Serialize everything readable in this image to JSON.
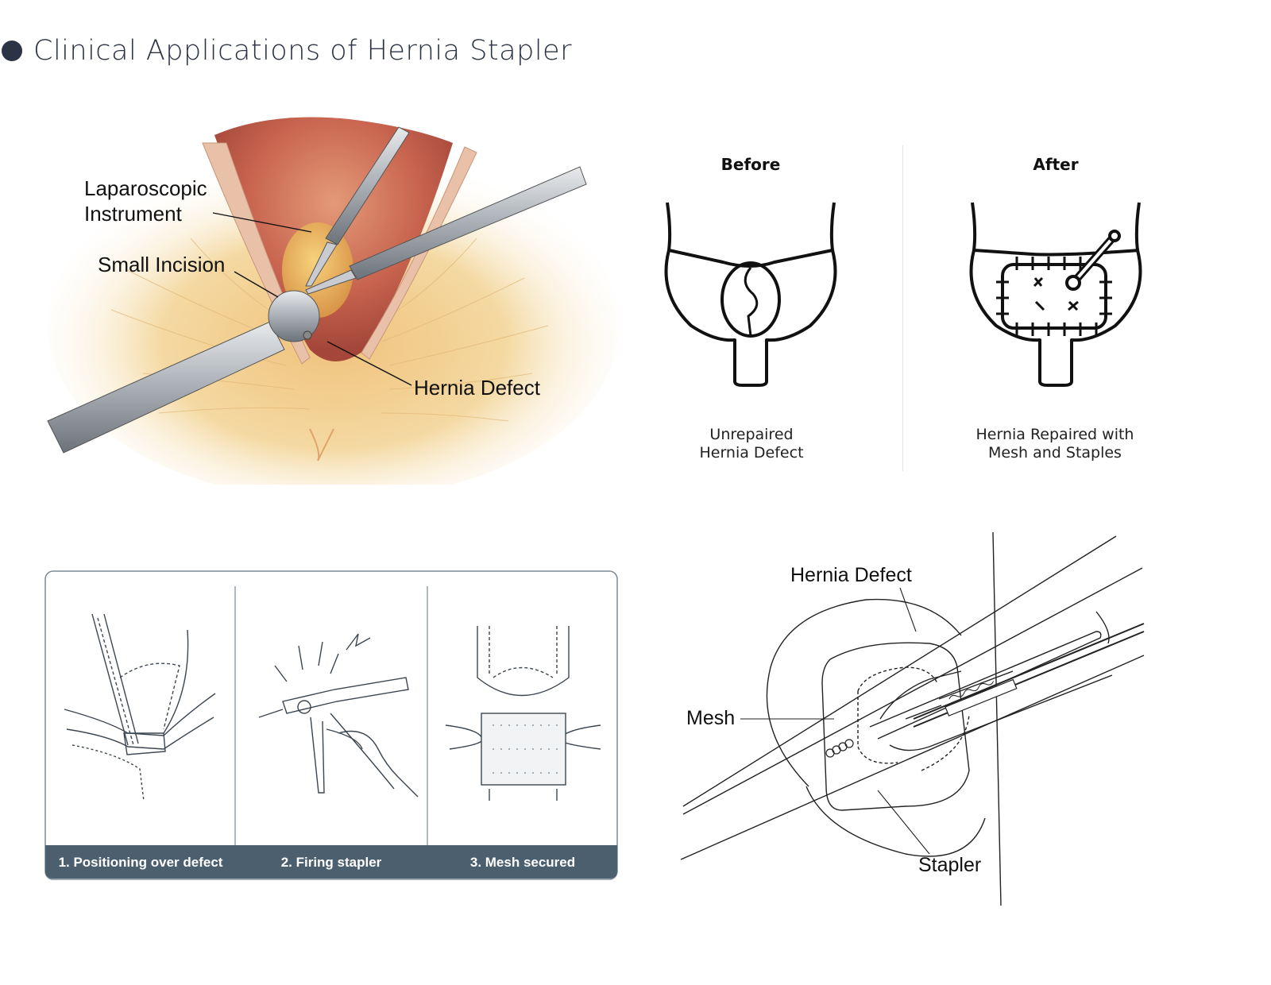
{
  "title": "Clinical Applications of Hernia Stapler",
  "illustration": {
    "labels": {
      "instrument_line1": "Laparoscopic",
      "instrument_line2": "Instrument",
      "incision": "Small Incision",
      "defect": "Hernia Defect"
    }
  },
  "comparison": {
    "before": {
      "heading": "Before",
      "caption_line1": "Unrepaired",
      "caption_line2": "Hernia Defect"
    },
    "after": {
      "heading": "After",
      "caption_line1": "Hernia Repaired with",
      "caption_line2": "Mesh and Staples"
    }
  },
  "steps": [
    {
      "label": "1. Positioning over defect"
    },
    {
      "label": "2. Firing stapler"
    },
    {
      "label": "3. Mesh secured"
    }
  ],
  "closeup": {
    "labels": {
      "defect": "Hernia Defect",
      "mesh": "Mesh",
      "stapler": "Stapler"
    }
  },
  "colors": {
    "title": "#2b3344",
    "step_bar": "#4c5f6e",
    "tissue_light": "#f4d9a2",
    "tissue_red": "#c8644f",
    "instrument": "#9aa0a6"
  }
}
